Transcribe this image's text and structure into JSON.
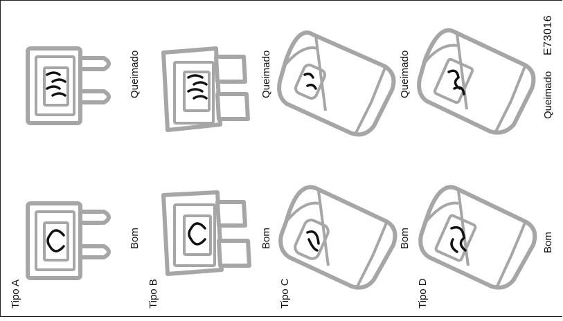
{
  "figure": {
    "reference_code": "E73016",
    "fuses": [
      {
        "type_label": "Tipo A",
        "good_label": "Bom",
        "blown_label": "Queimado"
      },
      {
        "type_label": "Tipo B",
        "good_label": "Bom",
        "blown_label": "Queimado"
      },
      {
        "type_label": "Tipo C",
        "good_label": "Bom",
        "blown_label": "Queimado"
      },
      {
        "type_label": "Tipo D",
        "good_label": "Bom",
        "blown_label": "Queimado"
      }
    ]
  },
  "colors": {
    "outline": "#a6a6a6",
    "ink": "#111111",
    "frame": "#222222"
  },
  "icons": [
    "blade-fuse-icon",
    "mini-fuse-icon",
    "cartridge-fuse-icon",
    "maxi-cartridge-fuse-icon"
  ]
}
